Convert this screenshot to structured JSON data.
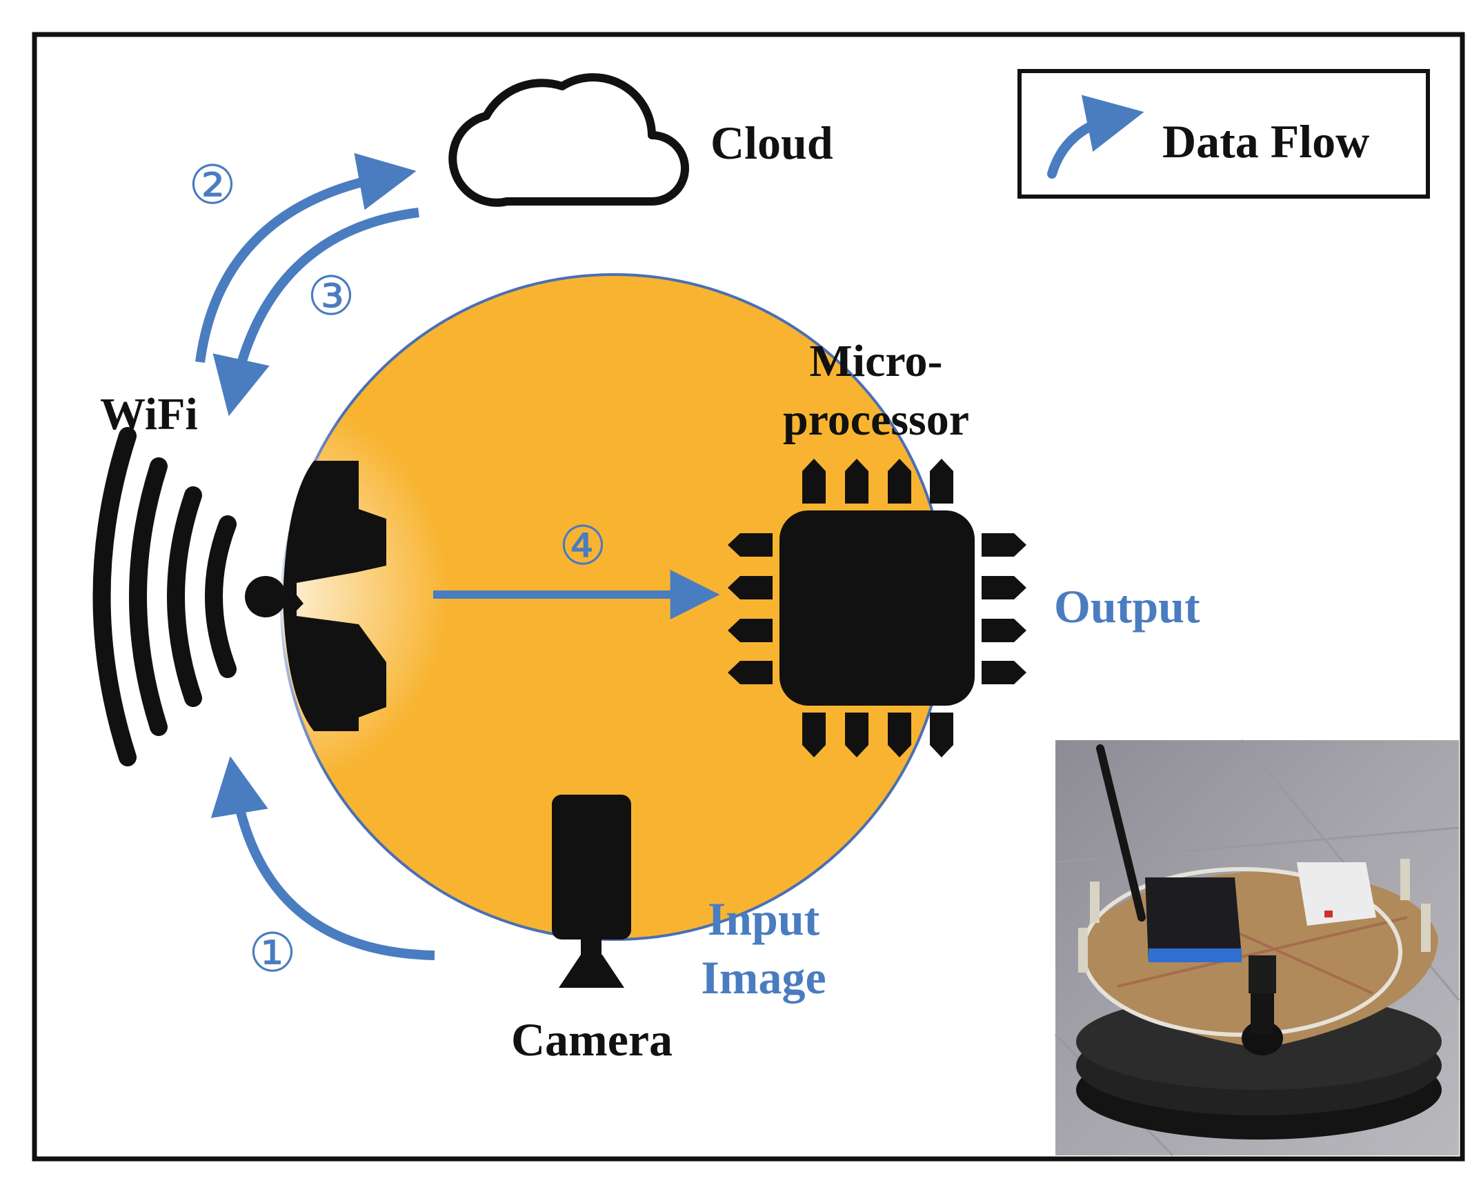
{
  "colors": {
    "accent_blue": "#4a7cc0",
    "robot_orange": "#f8b431",
    "black": "#111111"
  },
  "legend": {
    "label": "Data Flow",
    "icon": "curved-arrow-icon"
  },
  "nodes": {
    "cloud": {
      "label": "Cloud",
      "icon": "cloud-icon"
    },
    "wifi": {
      "label": "WiFi",
      "icon": "wifi-icon"
    },
    "microprocessor": {
      "label_line1": "Micro-",
      "label_line2": "processor",
      "icon": "chip-icon"
    },
    "camera": {
      "label": "Camera",
      "icon": "camera-icon"
    },
    "output": {
      "label": "Output"
    },
    "input_image": {
      "label_line1": "Input",
      "label_line2": "Image"
    }
  },
  "steps": {
    "step1": "①",
    "step2": "②",
    "step3": "③",
    "step4": "④"
  },
  "photo": {
    "subject": "robot-photo"
  }
}
